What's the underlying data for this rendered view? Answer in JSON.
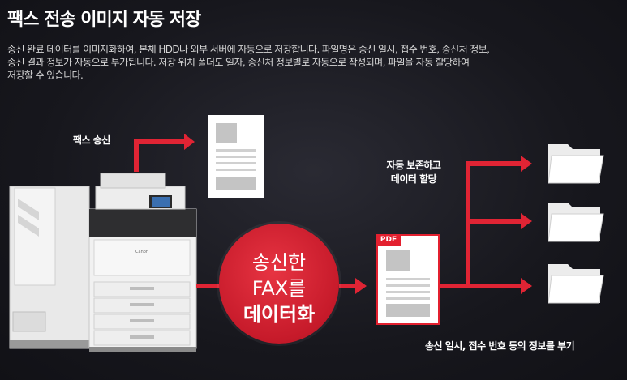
{
  "title": "팩스 전송 이미지 자동 저장",
  "description": [
    "송신 완료 데이터를 이미지화하여, 본체 HDD나 외부 서버에 자동으로 저장합니다. 파일명은 송신 일시, 접수 번호, 송신처 정보,",
    "송신 결과 정보가 자동으로 부가됩니다. 저장 위치 폴더도 일자, 송신처 정보별로 자동으로 작성되며, 파일을 자동 할당하여",
    "저장할 수 있습니다."
  ],
  "labels": {
    "fax_send": "팩스 송신",
    "auto_save_line1": "자동 보존하고",
    "auto_save_line2": "데이터 할당",
    "view_info": "송신 일시, 접수 번호 등의 정보를 부기"
  },
  "circle": {
    "line1": "송신한",
    "line2": "FAX를",
    "line3": "데이터화"
  },
  "pdf_badge": "PDF",
  "printer_brand": "Canon",
  "colors": {
    "accent_red": "#e3202f",
    "arrow_red": "#e02434"
  }
}
